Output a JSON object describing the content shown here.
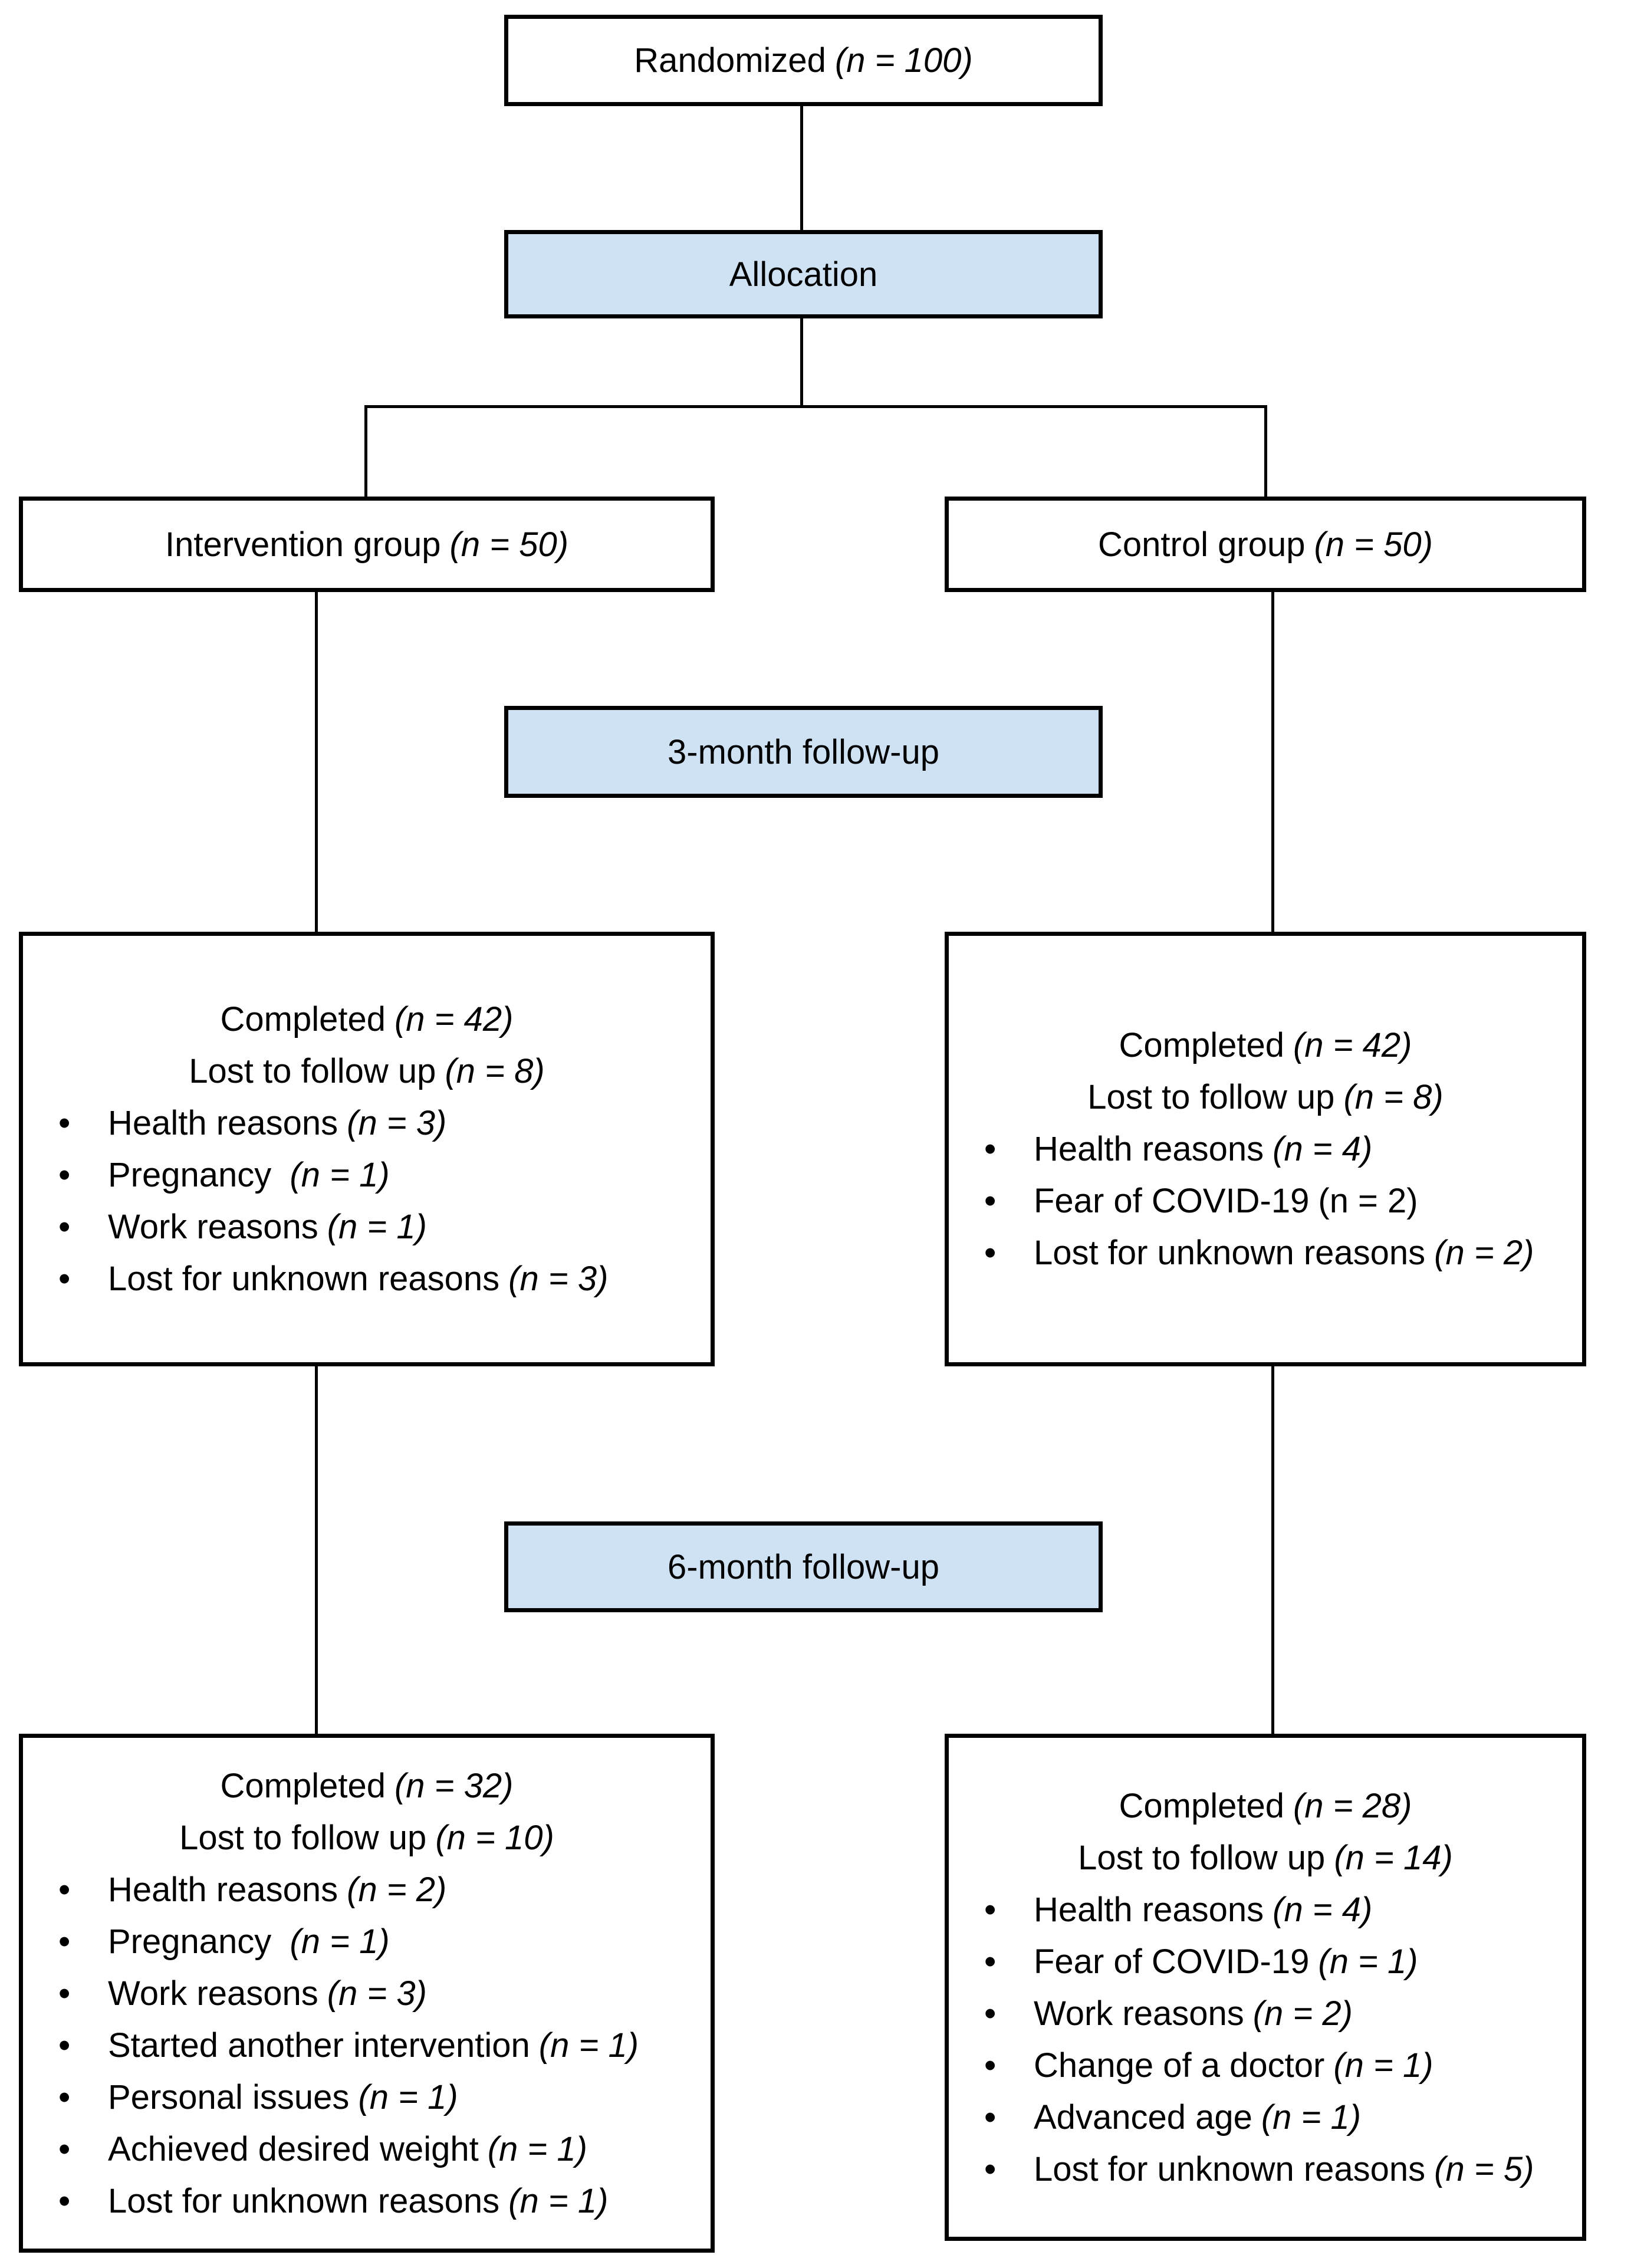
{
  "colors": {
    "stage_fill": "#cfe2f3",
    "box_fill": "#ffffff",
    "border": "#000000",
    "text": "#000000"
  },
  "ui": {
    "bullet_char": "•"
  },
  "nodes": {
    "randomized": {
      "label": "Randomized",
      "n": "(n = 100)"
    },
    "allocation": {
      "label": "Allocation"
    },
    "intervention": {
      "label": "Intervention group",
      "n": "(n = 50)"
    },
    "control": {
      "label": "Control group",
      "n": "(n = 50)"
    },
    "followup3": {
      "label": "3-month follow-up"
    },
    "followup6": {
      "label": "6-month follow-up"
    },
    "intervention_3m": {
      "completed": {
        "text": "Completed",
        "n": "(n = 42)"
      },
      "lost": {
        "text": "Lost to follow up",
        "n": "(n = 8)"
      },
      "bullets": [
        {
          "text": "Health reasons",
          "n": "(n = 3)"
        },
        {
          "text": "Pregnancy ",
          "n": "(n = 1)"
        },
        {
          "text": "Work reasons",
          "n": "(n = 1)"
        },
        {
          "text": "Lost for unknown reasons",
          "n": "(n = 3)"
        }
      ]
    },
    "control_3m": {
      "completed": {
        "text": "Completed",
        "n": "(n = 42)"
      },
      "lost": {
        "text": "Lost to follow up",
        "n": "(n = 8)"
      },
      "bullets": [
        {
          "text": "Health reasons",
          "n": "(n = 4)"
        },
        {
          "text": "Fear of COVID-19",
          "n": "(n = 2)"
        },
        {
          "text": "Lost for unknown reasons",
          "n": "(n = 2)"
        }
      ]
    },
    "intervention_6m": {
      "completed": {
        "text": "Completed",
        "n": "(n = 32)"
      },
      "lost": {
        "text": "Lost to follow up",
        "n": "(n = 10)"
      },
      "bullets": [
        {
          "text": "Health reasons",
          "n": "(n = 2)"
        },
        {
          "text": "Pregnancy ",
          "n": "(n = 1)"
        },
        {
          "text": "Work reasons",
          "n": "(n = 3)"
        },
        {
          "text": "Started another intervention",
          "n": "(n = 1)"
        },
        {
          "text": "Personal issues",
          "n": "(n = 1)"
        },
        {
          "text": "Achieved desired weight",
          "n": "(n = 1)"
        },
        {
          "text": "Lost for unknown reasons",
          "n": "(n = 1)"
        }
      ]
    },
    "control_6m": {
      "completed": {
        "text": "Completed",
        "n": "(n = 28)"
      },
      "lost": {
        "text": "Lost to follow up",
        "n": "(n = 14)"
      },
      "bullets": [
        {
          "text": "Health reasons",
          "n": "(n = 4)"
        },
        {
          "text": "Fear of COVID-19",
          "n": "(n = 1)"
        },
        {
          "text": "Work reasons",
          "n": "(n = 2)"
        },
        {
          "text": "Change of a doctor",
          "n": "(n = 1)"
        },
        {
          "text": "Advanced age",
          "n": "(n = 1)"
        },
        {
          "text": "Lost for unknown reasons",
          "n": "(n = 5)"
        }
      ]
    }
  }
}
